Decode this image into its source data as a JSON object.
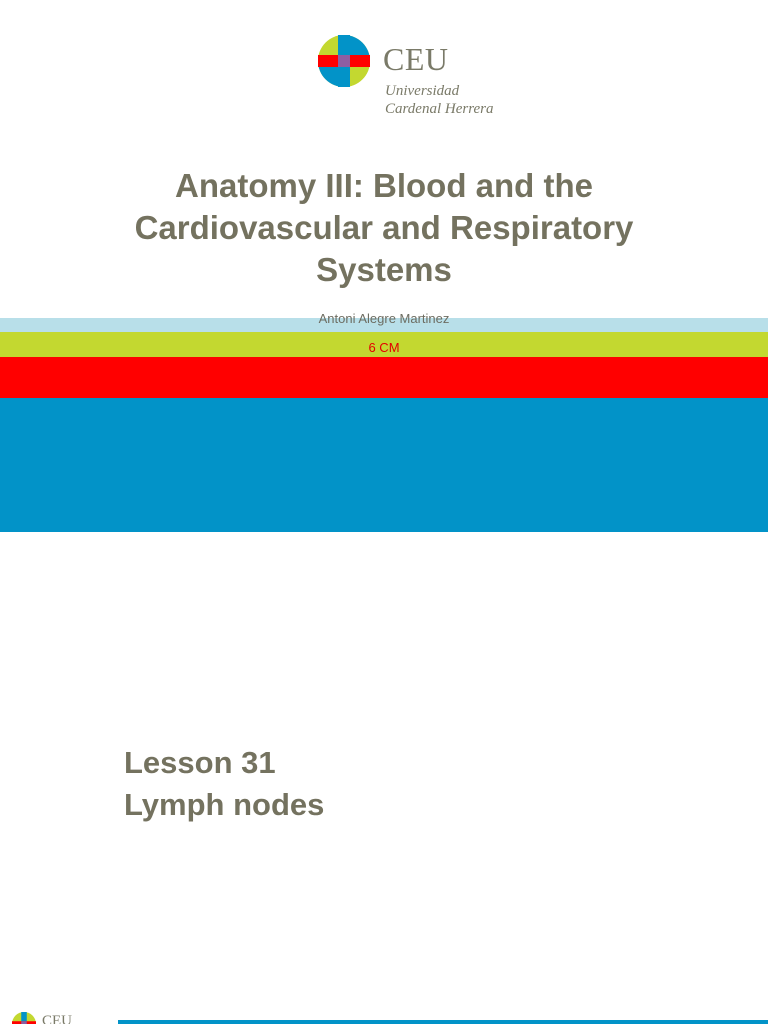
{
  "slide1": {
    "logo": {
      "brand": "CEU",
      "line1": "Universidad",
      "line2": "Cardenal Herrera",
      "colors": {
        "green": "#c3d830",
        "red": "#ff0000",
        "blue": "#0293c8",
        "purple": "#8e5ea2"
      }
    },
    "title": "Anatomy III: Blood and the Cardiovascular and Respiratory Systems",
    "author": "Antoni Alegre Martinez",
    "size_note": "6 CM",
    "band_colors": [
      "#b8dfe9",
      "#c3d830",
      "#ff0000",
      "#0293c8"
    ]
  },
  "slide2": {
    "lesson_number": "Lesson 31",
    "lesson_topic": "Lymph nodes",
    "logo_brand": "CEU"
  }
}
